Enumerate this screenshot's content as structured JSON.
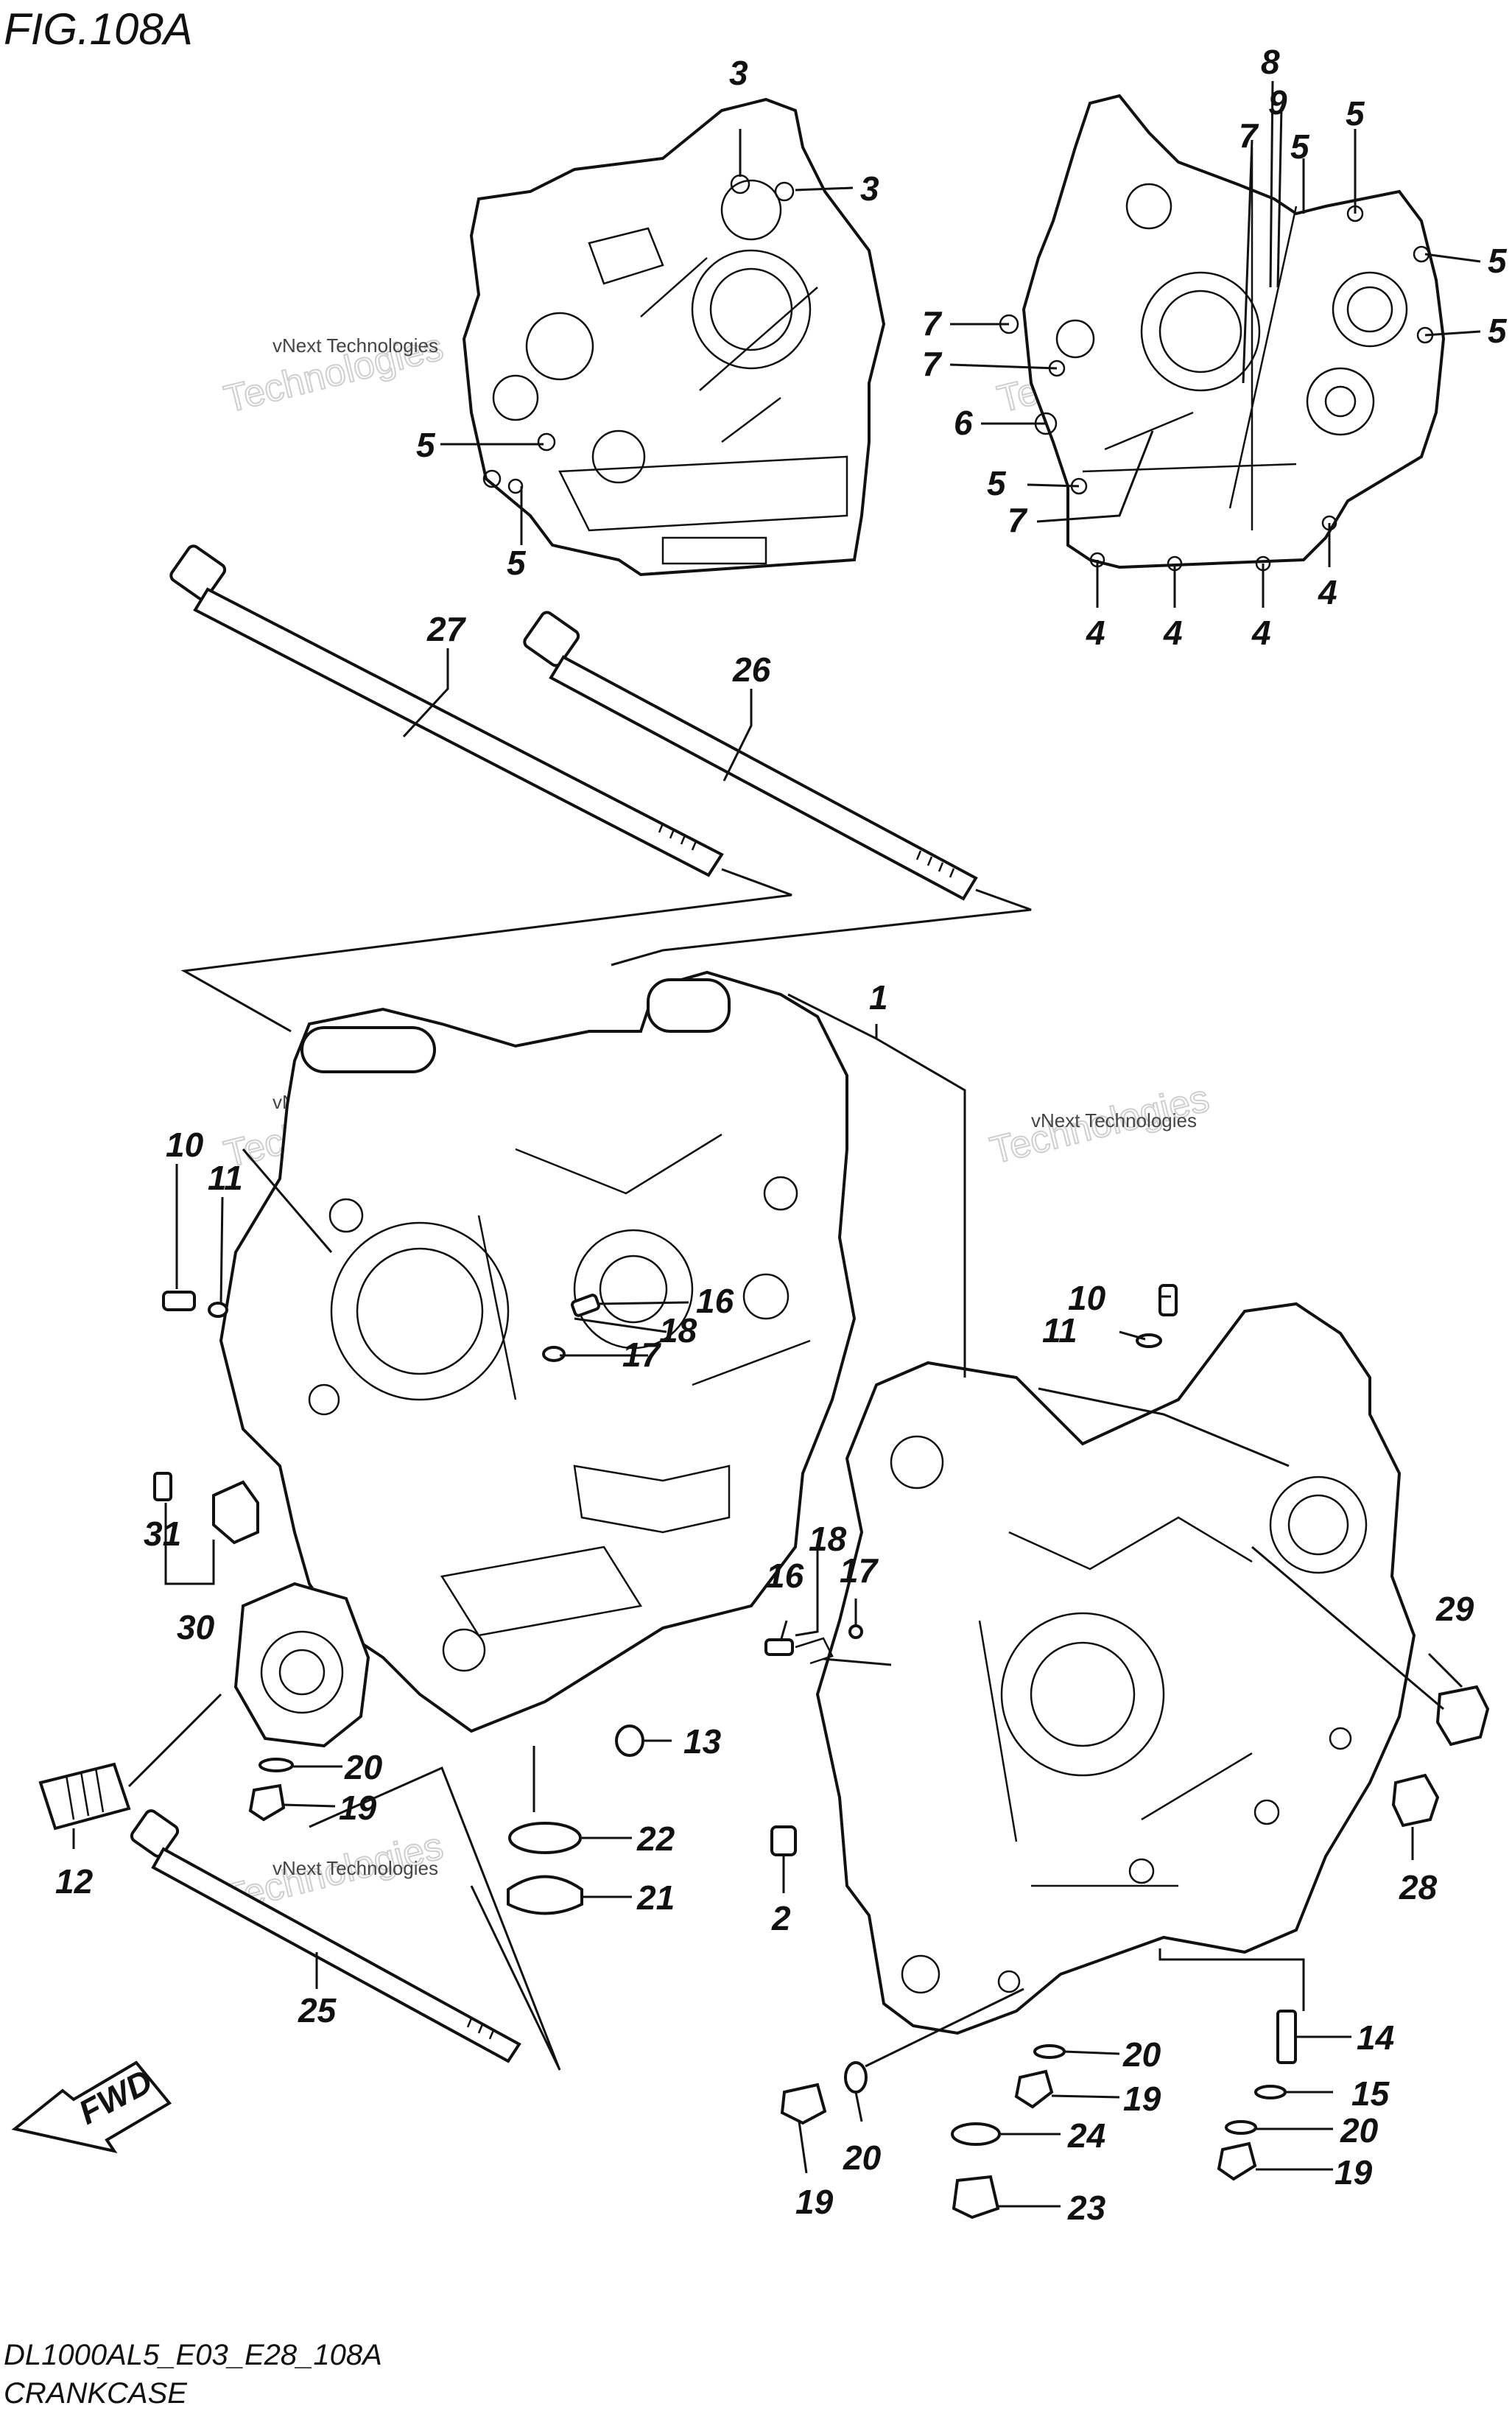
{
  "figure": {
    "title": "FIG.108A"
  },
  "footer": {
    "model_code": "DL1000AL5_E03_E28_108A",
    "caption": "CRANKCASE"
  },
  "watermark": {
    "text": "vNext Technologies",
    "word": "Technologies"
  },
  "fwd_label": "FWD",
  "callouts": [
    {
      "id": "c3a",
      "text": "3"
    },
    {
      "id": "c3b",
      "text": "3"
    },
    {
      "id": "c5a",
      "text": "5"
    },
    {
      "id": "c5b",
      "text": "5"
    },
    {
      "id": "c8",
      "text": "8"
    },
    {
      "id": "c9",
      "text": "9"
    },
    {
      "id": "c7a",
      "text": "7"
    },
    {
      "id": "c5c",
      "text": "5"
    },
    {
      "id": "c5d",
      "text": "5"
    },
    {
      "id": "c5e",
      "text": "5"
    },
    {
      "id": "c5f",
      "text": "5"
    },
    {
      "id": "c7b",
      "text": "7"
    },
    {
      "id": "c7c",
      "text": "7"
    },
    {
      "id": "c6",
      "text": "6"
    },
    {
      "id": "c5g",
      "text": "5"
    },
    {
      "id": "c7d",
      "text": "7"
    },
    {
      "id": "c4a",
      "text": "4"
    },
    {
      "id": "c4b",
      "text": "4"
    },
    {
      "id": "c4c",
      "text": "4"
    },
    {
      "id": "c4d",
      "text": "4"
    },
    {
      "id": "c27",
      "text": "27"
    },
    {
      "id": "c26",
      "text": "26"
    },
    {
      "id": "c1",
      "text": "1"
    },
    {
      "id": "c10a",
      "text": "10"
    },
    {
      "id": "c11a",
      "text": "11"
    },
    {
      "id": "c16a",
      "text": "16"
    },
    {
      "id": "c18a",
      "text": "18"
    },
    {
      "id": "c17a",
      "text": "17"
    },
    {
      "id": "c10b",
      "text": "10"
    },
    {
      "id": "c11b",
      "text": "11"
    },
    {
      "id": "c31",
      "text": "31"
    },
    {
      "id": "c30",
      "text": "30"
    },
    {
      "id": "c18b",
      "text": "18"
    },
    {
      "id": "c16b",
      "text": "16"
    },
    {
      "id": "c17b",
      "text": "17"
    },
    {
      "id": "c29",
      "text": "29"
    },
    {
      "id": "c13",
      "text": "13"
    },
    {
      "id": "c20a",
      "text": "20"
    },
    {
      "id": "c19a",
      "text": "19"
    },
    {
      "id": "c22",
      "text": "22"
    },
    {
      "id": "c21",
      "text": "21"
    },
    {
      "id": "c12",
      "text": "12"
    },
    {
      "id": "c2",
      "text": "2"
    },
    {
      "id": "c28",
      "text": "28"
    },
    {
      "id": "c25",
      "text": "25"
    },
    {
      "id": "c14",
      "text": "14"
    },
    {
      "id": "c20b",
      "text": "20"
    },
    {
      "id": "c19b",
      "text": "19"
    },
    {
      "id": "c15",
      "text": "15"
    },
    {
      "id": "c20c",
      "text": "20"
    },
    {
      "id": "c24",
      "text": "24"
    },
    {
      "id": "c19c",
      "text": "19"
    },
    {
      "id": "c20d",
      "text": "20"
    },
    {
      "id": "c19d",
      "text": "19"
    },
    {
      "id": "c23",
      "text": "23"
    }
  ]
}
